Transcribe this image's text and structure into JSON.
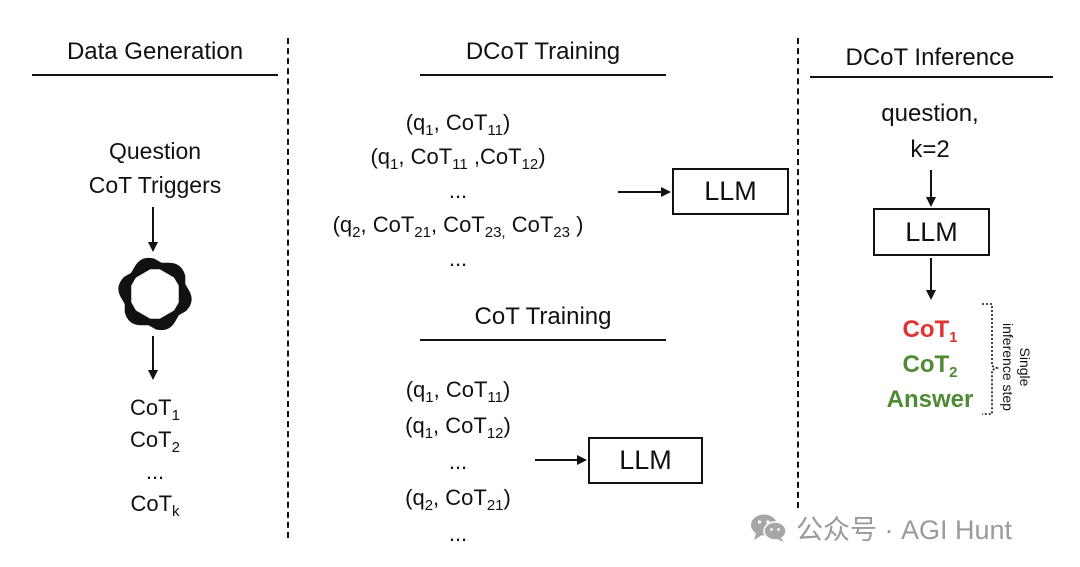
{
  "sections": {
    "data_generation": {
      "title": "Data Generation",
      "inputs": [
        "Question",
        "CoT Triggers"
      ],
      "model_icon": "openai-logo-icon",
      "outputs": [
        {
          "base": "CoT",
          "sub": "1"
        },
        {
          "base": "CoT",
          "sub": "2"
        },
        {
          "base": "...",
          "sub": ""
        },
        {
          "base": "CoT",
          "sub": "k"
        }
      ]
    },
    "dcot_training": {
      "title": "DCoT Training",
      "lines": [
        [
          {
            "t": "(q"
          },
          {
            "s": "1"
          },
          {
            "t": ", CoT"
          },
          {
            "s": "11"
          },
          {
            "t": ")"
          }
        ],
        [
          {
            "t": "(q"
          },
          {
            "s": "1"
          },
          {
            "t": ", CoT"
          },
          {
            "s": "11"
          },
          {
            "t": " ,CoT"
          },
          {
            "s": "12"
          },
          {
            "t": ")"
          }
        ],
        [
          {
            "t": "..."
          }
        ],
        [
          {
            "t": "(q"
          },
          {
            "s": "2"
          },
          {
            "t": ", CoT"
          },
          {
            "s": "21"
          },
          {
            "t": ", CoT"
          },
          {
            "s": "23,"
          },
          {
            "t": " CoT"
          },
          {
            "s": "23"
          },
          {
            "t": " )"
          }
        ],
        [
          {
            "t": "..."
          }
        ]
      ],
      "box_label": "LLM"
    },
    "cot_training": {
      "title": "CoT Training",
      "lines": [
        [
          {
            "t": "(q"
          },
          {
            "s": "1"
          },
          {
            "t": ", CoT"
          },
          {
            "s": "11"
          },
          {
            "t": ")"
          }
        ],
        [
          {
            "t": "(q"
          },
          {
            "s": "1"
          },
          {
            "t": ", CoT"
          },
          {
            "s": "12"
          },
          {
            "t": ")"
          }
        ],
        [
          {
            "t": "..."
          }
        ],
        [
          {
            "t": "(q"
          },
          {
            "s": "2"
          },
          {
            "t": ", CoT"
          },
          {
            "s": "21"
          },
          {
            "t": ")"
          }
        ],
        [
          {
            "t": "..."
          }
        ]
      ],
      "box_label": "LLM"
    },
    "dcot_inference": {
      "title": "DCoT Inference",
      "inputs": [
        "question,",
        "k=2"
      ],
      "box_label": "LLM",
      "outputs": [
        {
          "base": "CoT",
          "sub": "1",
          "color": "#e0322f"
        },
        {
          "base": "CoT",
          "sub": "2",
          "color": "#4f8a35"
        },
        {
          "base": "Answer",
          "sub": "",
          "color": "#4f8a35"
        }
      ],
      "bracket_label": [
        "Single",
        "inference step"
      ]
    }
  },
  "watermark": {
    "icon": "wechat-icon",
    "text": "公众号 · AGI Hunt"
  }
}
